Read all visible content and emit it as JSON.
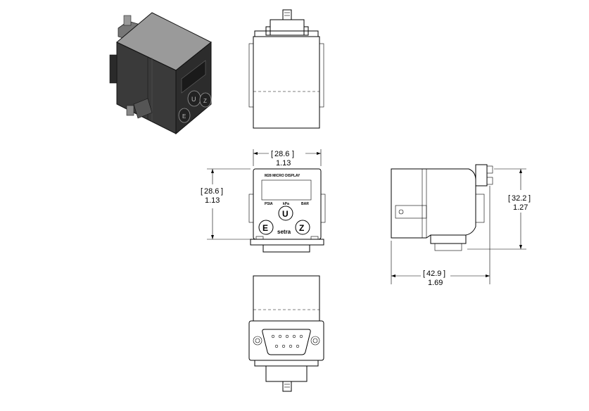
{
  "front_face": {
    "title": "M28 MICRO DISPLAY",
    "units": [
      "PSIA",
      "kPa",
      "BAR"
    ],
    "buttons": [
      "E",
      "U",
      "Z"
    ],
    "logo": "setra"
  },
  "iso_view": {
    "buttons": [
      "U",
      "E",
      "Z"
    ]
  },
  "dimensions": {
    "front_width": {
      "mm": "28.6",
      "in": "1.13"
    },
    "front_height": {
      "mm": "28.6",
      "in": "1.13"
    },
    "side_height": {
      "mm": "32.2",
      "in": "1.27"
    },
    "side_width": {
      "mm": "42.9",
      "in": "1.69"
    }
  }
}
